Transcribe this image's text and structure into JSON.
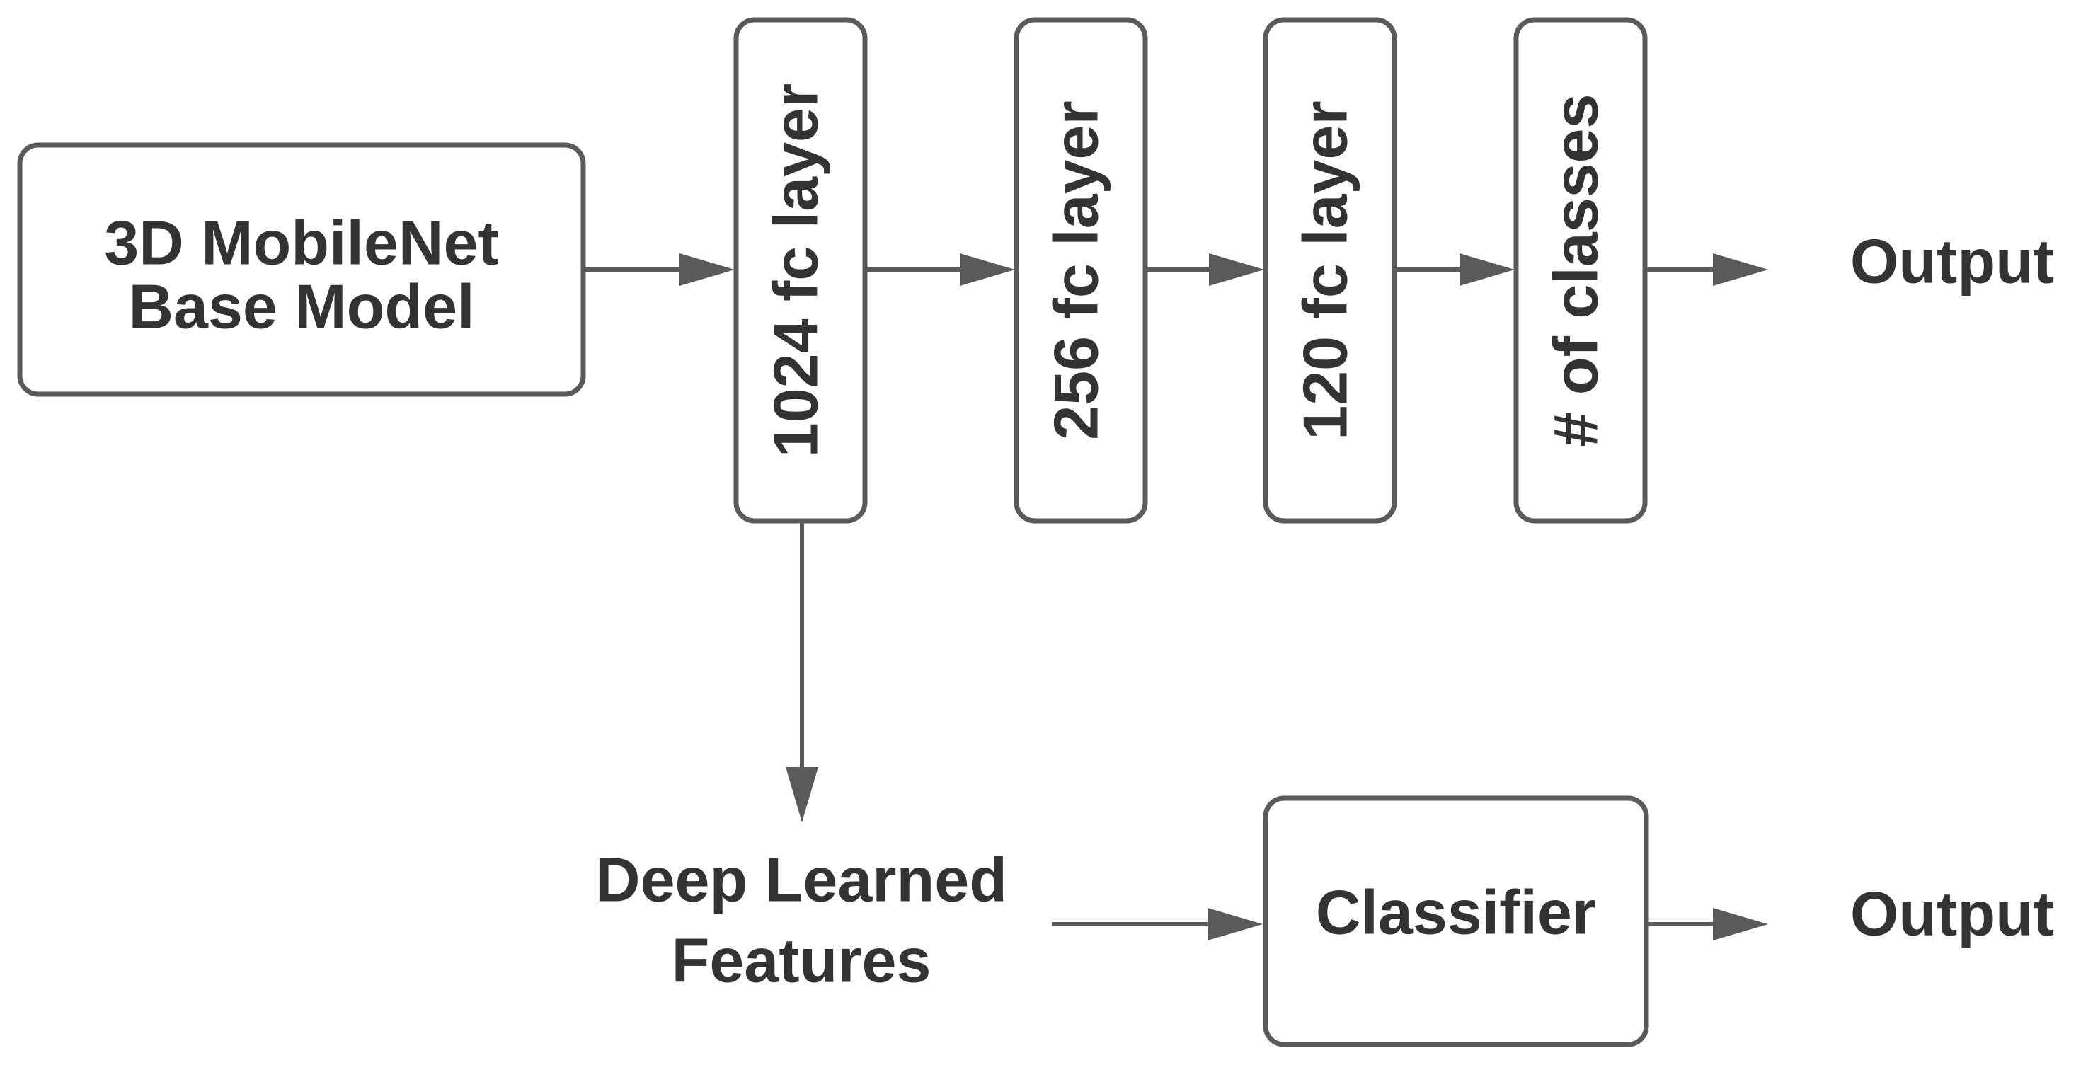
{
  "diagram": {
    "nodes": {
      "base_model": {
        "line1": "3D MobileNet",
        "line2": "Base Model"
      },
      "fc1024": {
        "label": "1024 fc layer"
      },
      "fc256": {
        "label": "256 fc layer"
      },
      "fc120": {
        "label": "120 fc layer"
      },
      "classes": {
        "label": "# of classes"
      },
      "output_top": {
        "label": "Output"
      },
      "features": {
        "line1": "Deep Learned",
        "line2": "Features"
      },
      "classifier": {
        "label": "Classifier"
      },
      "output_bottom": {
        "label": "Output"
      }
    },
    "edges": [
      {
        "from": "base_model",
        "to": "fc1024"
      },
      {
        "from": "fc1024",
        "to": "fc256"
      },
      {
        "from": "fc256",
        "to": "fc120"
      },
      {
        "from": "fc120",
        "to": "classes"
      },
      {
        "from": "classes",
        "to": "output_top"
      },
      {
        "from": "fc1024",
        "to": "features"
      },
      {
        "from": "features",
        "to": "classifier"
      },
      {
        "from": "classifier",
        "to": "output_bottom"
      }
    ],
    "colors": {
      "stroke": "#5a5a5a",
      "text": "#333333",
      "background": "#ffffff"
    }
  }
}
